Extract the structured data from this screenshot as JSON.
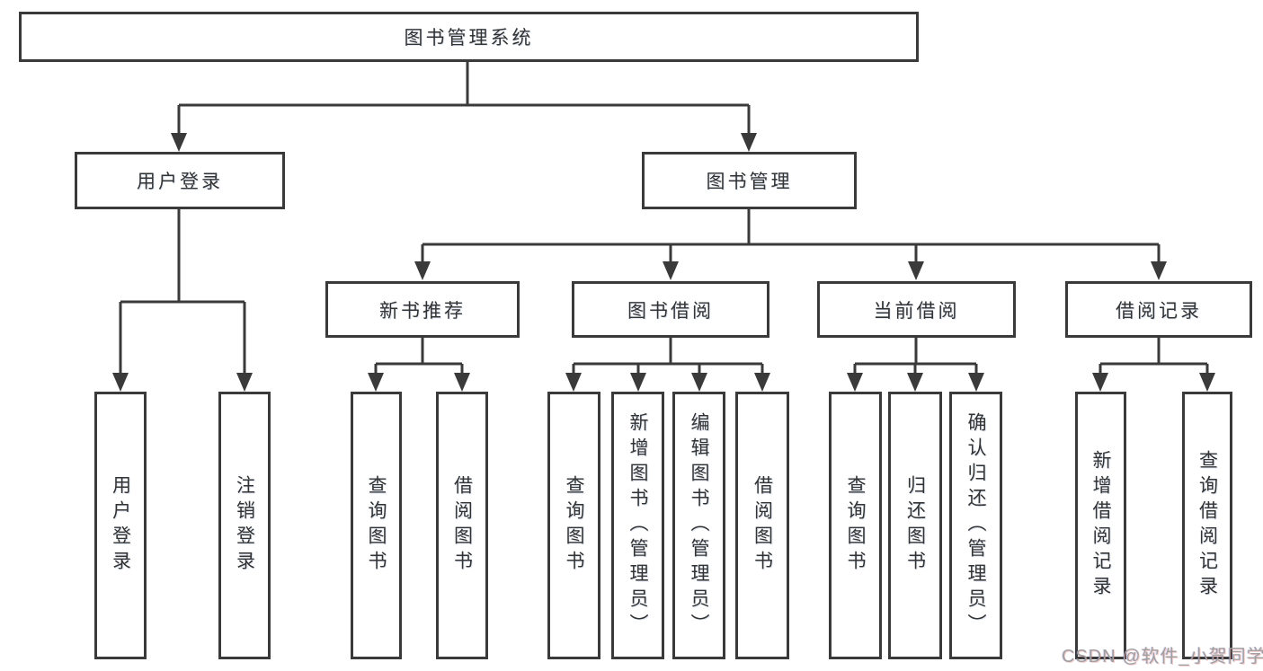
{
  "tree": {
    "label": "图书管理系统",
    "children": [
      {
        "label": "用户登录",
        "children": [
          {
            "label": "用户登录"
          },
          {
            "label": "注销登录"
          }
        ]
      },
      {
        "label": "图书管理",
        "children": [
          {
            "label": "新书推荐",
            "children": [
              {
                "label": "查询图书"
              },
              {
                "label": "借阅图书"
              }
            ]
          },
          {
            "label": "图书借阅",
            "children": [
              {
                "label": "查询图书"
              },
              {
                "label": "新增图书（管理员）"
              },
              {
                "label": "编辑图书（管理员）"
              },
              {
                "label": "借阅图书"
              }
            ]
          },
          {
            "label": "当前借阅",
            "children": [
              {
                "label": "查询图书"
              },
              {
                "label": "归还图书"
              },
              {
                "label": "确认归还（管理员）"
              }
            ]
          },
          {
            "label": "借阅记录",
            "children": [
              {
                "label": "新增借阅记录"
              },
              {
                "label": "查询借阅记录"
              }
            ]
          }
        ]
      }
    ]
  },
  "watermark": {
    "text": "CSDN @软件_小贺同学"
  },
  "colors": {
    "line": "#3a3a3a",
    "text": "#333333",
    "background": "#ffffff",
    "watermark": "#a0a0a0"
  }
}
